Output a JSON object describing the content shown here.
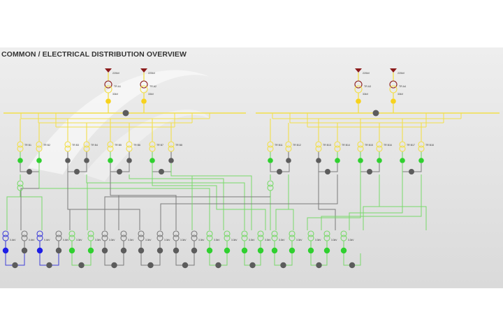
{
  "page": {
    "title": "COMMON / ELECTRICAL DISTRIBUTION OVERVIEW"
  },
  "colors": {
    "background_top": "#ededed",
    "background_bottom": "#dcdcdc",
    "hv_bus": "#f2df4a",
    "hv_node": "#f7d21c",
    "lv_line": "#78d96a",
    "lv_node": "#2fd02f",
    "off_line": "#7a7a7a",
    "off_node": "#5c5c5c",
    "backup_line": "#4040d8",
    "backup_node": "#1e1ee6",
    "source_marker": "#8b1a1a"
  },
  "grid_sources": [
    {
      "label": "220kV",
      "tr": "TR A1",
      "sub": "33kV"
    },
    {
      "label": "220kV",
      "tr": "TR A2",
      "sub": "33kV"
    },
    {
      "label": "220kV",
      "tr": "TR A3",
      "sub": "33kV"
    },
    {
      "label": "220kV",
      "tr": "TR A4",
      "sub": "33kV"
    }
  ],
  "distribution_transformers": [
    {
      "label": "TR B1",
      "status": "on"
    },
    {
      "label": "TR B2",
      "status": "on"
    },
    {
      "label": "TR B3",
      "status": "off"
    },
    {
      "label": "TR B4",
      "status": "off"
    },
    {
      "label": "TR B5",
      "status": "on"
    },
    {
      "label": "TR B6",
      "status": "off"
    },
    {
      "label": "TR B7",
      "status": "on"
    },
    {
      "label": "TR B8",
      "status": "off"
    },
    {
      "label": "TR B11",
      "status": "on"
    },
    {
      "label": "TR B12",
      "status": "off"
    },
    {
      "label": "TR B13",
      "status": "off"
    },
    {
      "label": "TR B14",
      "status": "on"
    },
    {
      "label": "TR B15",
      "status": "on"
    },
    {
      "label": "TR B16",
      "status": "on"
    },
    {
      "label": "TR B17",
      "status": "on"
    },
    {
      "label": "TR B18",
      "status": "on"
    }
  ],
  "lv_units": [
    {
      "label": "0.4kV",
      "status": "backup"
    },
    {
      "label": "0.4kV",
      "status": "off"
    },
    {
      "label": "0.4kV",
      "status": "backup"
    },
    {
      "label": "0.4kV",
      "status": "off"
    },
    {
      "label": "3.3kV",
      "status": "on"
    },
    {
      "label": "3.3kV",
      "status": "on"
    },
    {
      "label": "3.3kV",
      "status": "off"
    },
    {
      "label": "3.3kV",
      "status": "off"
    },
    {
      "label": "3.3kV",
      "status": "off"
    },
    {
      "label": "3.3kV",
      "status": "off"
    },
    {
      "label": "3.3kV",
      "status": "off"
    },
    {
      "label": "3.3kV",
      "status": "off"
    },
    {
      "label": "3.3kV",
      "status": "on"
    },
    {
      "label": "3.3kV",
      "status": "on"
    },
    {
      "label": "3.3kV",
      "status": "on"
    },
    {
      "label": "3.3kV",
      "status": "on"
    },
    {
      "label": "3.3kV",
      "status": "on"
    },
    {
      "label": "3.3kV",
      "status": "on"
    },
    {
      "label": "3.3kV",
      "status": "on"
    },
    {
      "label": "3.3kV",
      "status": "on"
    },
    {
      "label": "3.3kV",
      "status": "on"
    }
  ]
}
